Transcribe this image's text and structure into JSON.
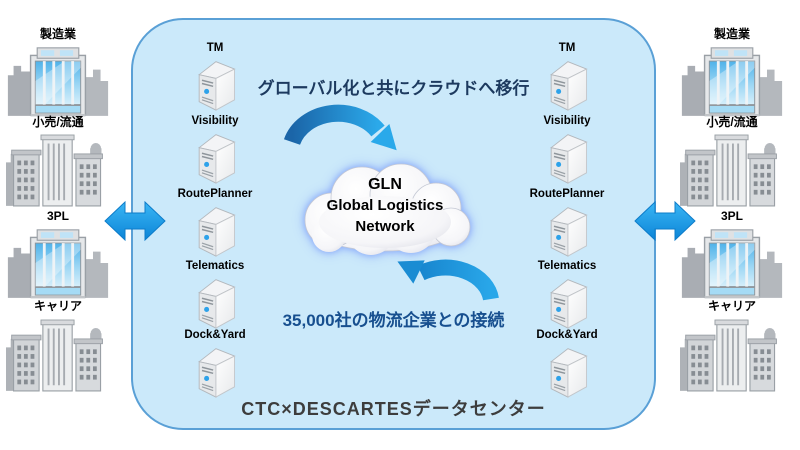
{
  "captions": {
    "top": "グローバル化と共にクラウドへ移行",
    "bottom": "35,000社の物流企業との接続",
    "datacenter": "CTC×DESCARTESデータセンター"
  },
  "cloud": {
    "line1": "GLN",
    "line2": "Global Logistics",
    "line3": "Network"
  },
  "industries": {
    "left": [
      {
        "label": "製造業",
        "icon": "office-tower"
      },
      {
        "label": "小売/流通",
        "icon": "city-buildings"
      },
      {
        "label": "3PL",
        "icon": "office-tower"
      },
      {
        "label": "キャリア",
        "icon": "city-buildings"
      }
    ],
    "right": [
      {
        "label": "製造業",
        "icon": "office-tower"
      },
      {
        "label": "小売/流通",
        "icon": "city-buildings"
      },
      {
        "label": "3PL",
        "icon": "office-tower"
      },
      {
        "label": "キャリア",
        "icon": "city-buildings"
      }
    ]
  },
  "servers": {
    "left": [
      "TM",
      "Visibility",
      "RoutePlanner",
      "Telematics",
      "Dock&Yard"
    ],
    "right": [
      "TM",
      "Visibility",
      "RoutePlanner",
      "Telematics",
      "Dock&Yard"
    ]
  },
  "icons": {
    "office-tower": "tall building with blue glass windows",
    "city-buildings": "gray city buildings cluster",
    "server": "3d tower server with blue power led",
    "cloud": "white cloud with blue glow",
    "double-arrow": "horizontal double-headed blue arrow",
    "curved-arrow-top": "blue arc arrow curving left to right",
    "curved-arrow-bottom": "blue arc arrow curving right to left"
  },
  "colors": {
    "panel_fill": "#cbe9fa",
    "panel_border": "#5aa0d6",
    "arrow_blue": "#1b9de6",
    "caption_top": "#1d3a5f",
    "caption_bottom": "#174f8f",
    "caption_datacenter": "#3d3d3d"
  }
}
